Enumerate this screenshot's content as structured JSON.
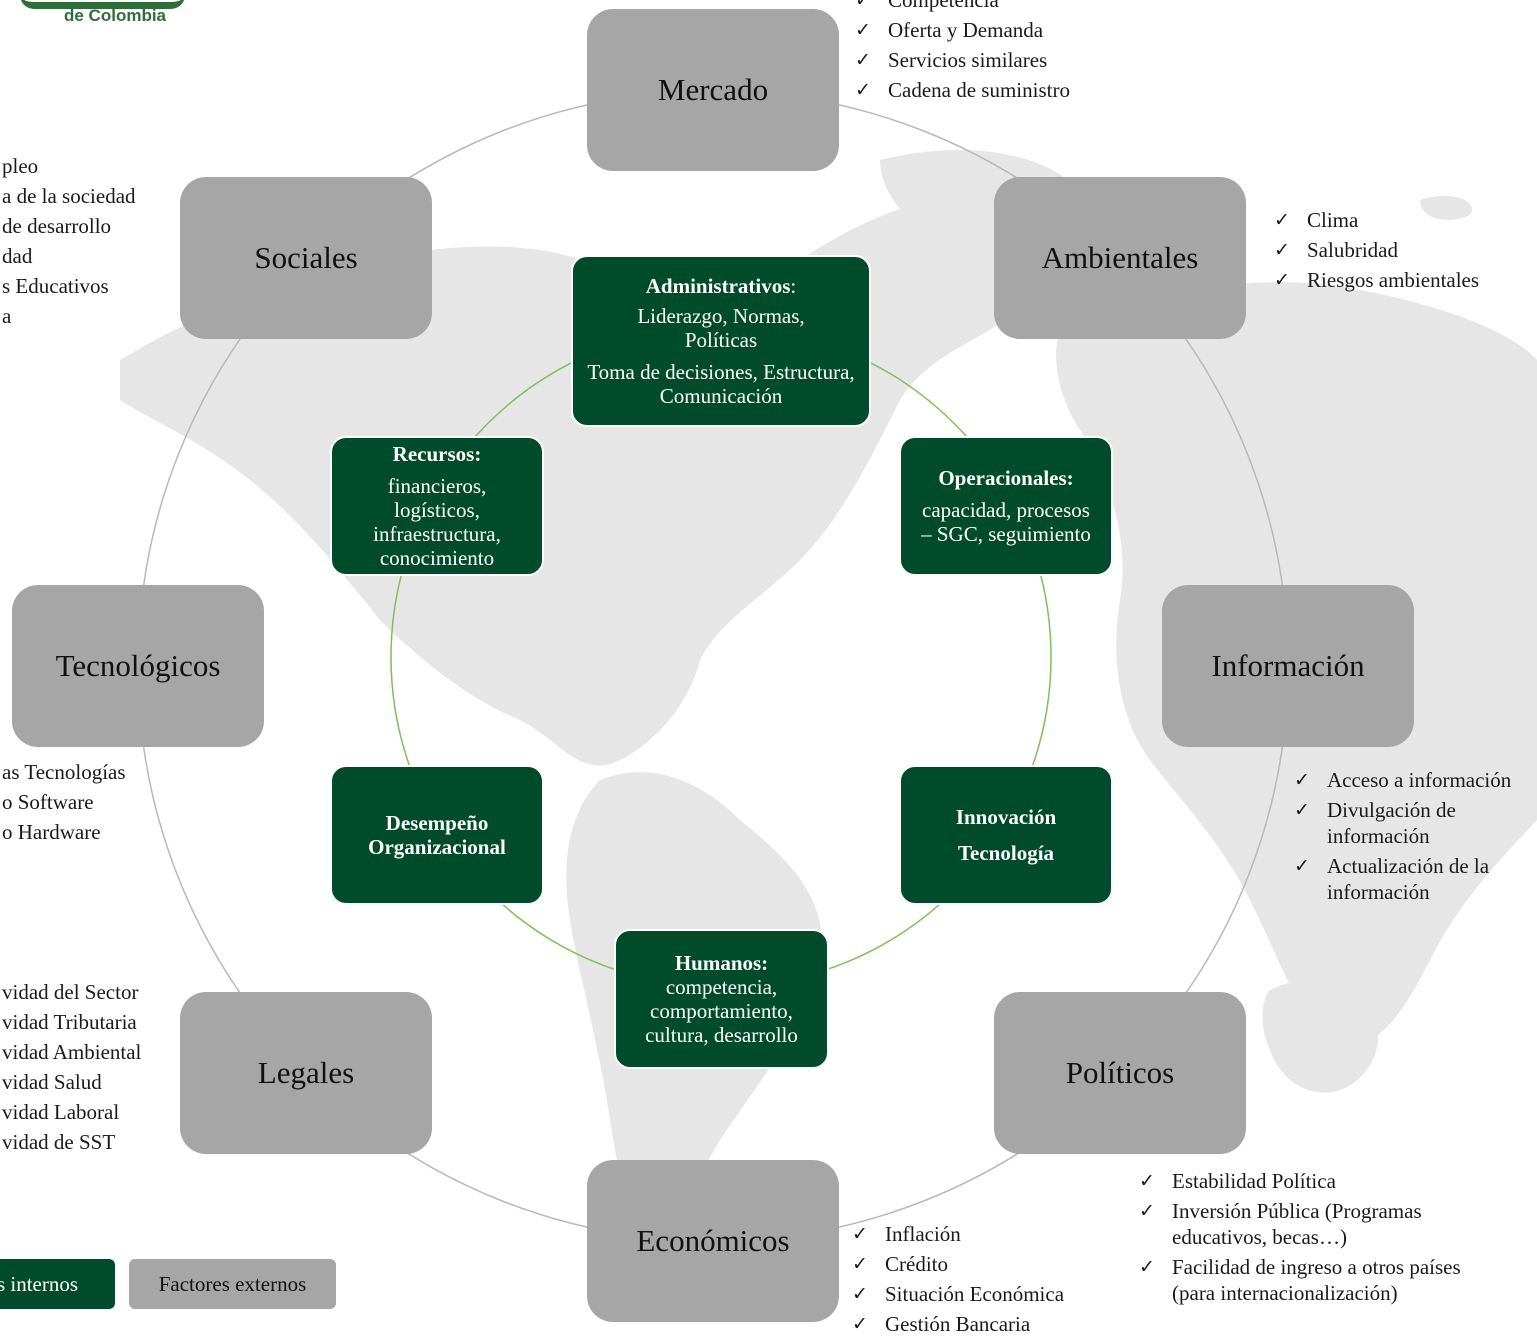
{
  "logo": {
    "text": "de Colombia",
    "color": "#2f6d3b"
  },
  "colors": {
    "external": "#a6a6a6",
    "internal": "#004b2b",
    "ring_outer": "#b8b8b8",
    "ring_inner": "#7fbf5a",
    "map": "#e4e4e4"
  },
  "external_factors": {
    "mercado": {
      "label": "Mercado",
      "items": [
        "Competencia",
        "Oferta y Demanda",
        "Servicios similares",
        "Cadena de suministro"
      ]
    },
    "ambientales": {
      "label": "Ambientales",
      "items": [
        "Clima",
        "Salubridad",
        "Riesgos ambientales"
      ]
    },
    "informacion": {
      "label": "Información",
      "items": [
        "Acceso a información",
        "Divulgación de información",
        "Actualización de la información"
      ]
    },
    "politicos": {
      "label": "Políticos",
      "items": [
        "Estabilidad Política",
        "Inversión Pública (Programas educativos, becas…)",
        "Facilidad de ingreso a otros países (para internacionalización)"
      ]
    },
    "economicos": {
      "label": "Económicos",
      "items": [
        "Inflación",
        "Crédito",
        "Situación Económica",
        "Gestión Bancaria"
      ]
    },
    "legales": {
      "label": "Legales",
      "items": [
        "vidad del Sector",
        "vidad Tributaria",
        "vidad Ambiental",
        "vidad Salud",
        "vidad Laboral",
        "vidad de SST"
      ]
    },
    "tecnologicos": {
      "label": "Tecnológicos",
      "items": [
        "as Tecnologías",
        "o Software",
        "o Hardware"
      ]
    },
    "sociales": {
      "label": "Sociales",
      "items": [
        "pleo",
        "a de la sociedad",
        "de desarrollo",
        "dad",
        "s Educativos",
        "a"
      ]
    }
  },
  "internal_factors": {
    "administrativos": {
      "title": "Administrativos",
      "colon": ":",
      "line1": "Liderazgo, Normas, Políticas",
      "line2": "Toma de decisiones, Estructura, Comunicación"
    },
    "operacionales": {
      "title": "Operacionales:",
      "text": "capacidad, procesos – SGC, seguimiento"
    },
    "innovacion": {
      "title1": "Innovación",
      "title2": "Tecnología"
    },
    "humanos": {
      "title": "Humanos:",
      "text": "competencia, comportamiento, cultura, desarrollo"
    },
    "desempeno": {
      "title": "Desempeño Organizacional"
    },
    "recursos": {
      "title": "Recursos:",
      "text": "financieros, logísticos, infraestructura, conocimiento"
    }
  },
  "legend": {
    "internal": "s internos",
    "external": "Factores externos"
  }
}
